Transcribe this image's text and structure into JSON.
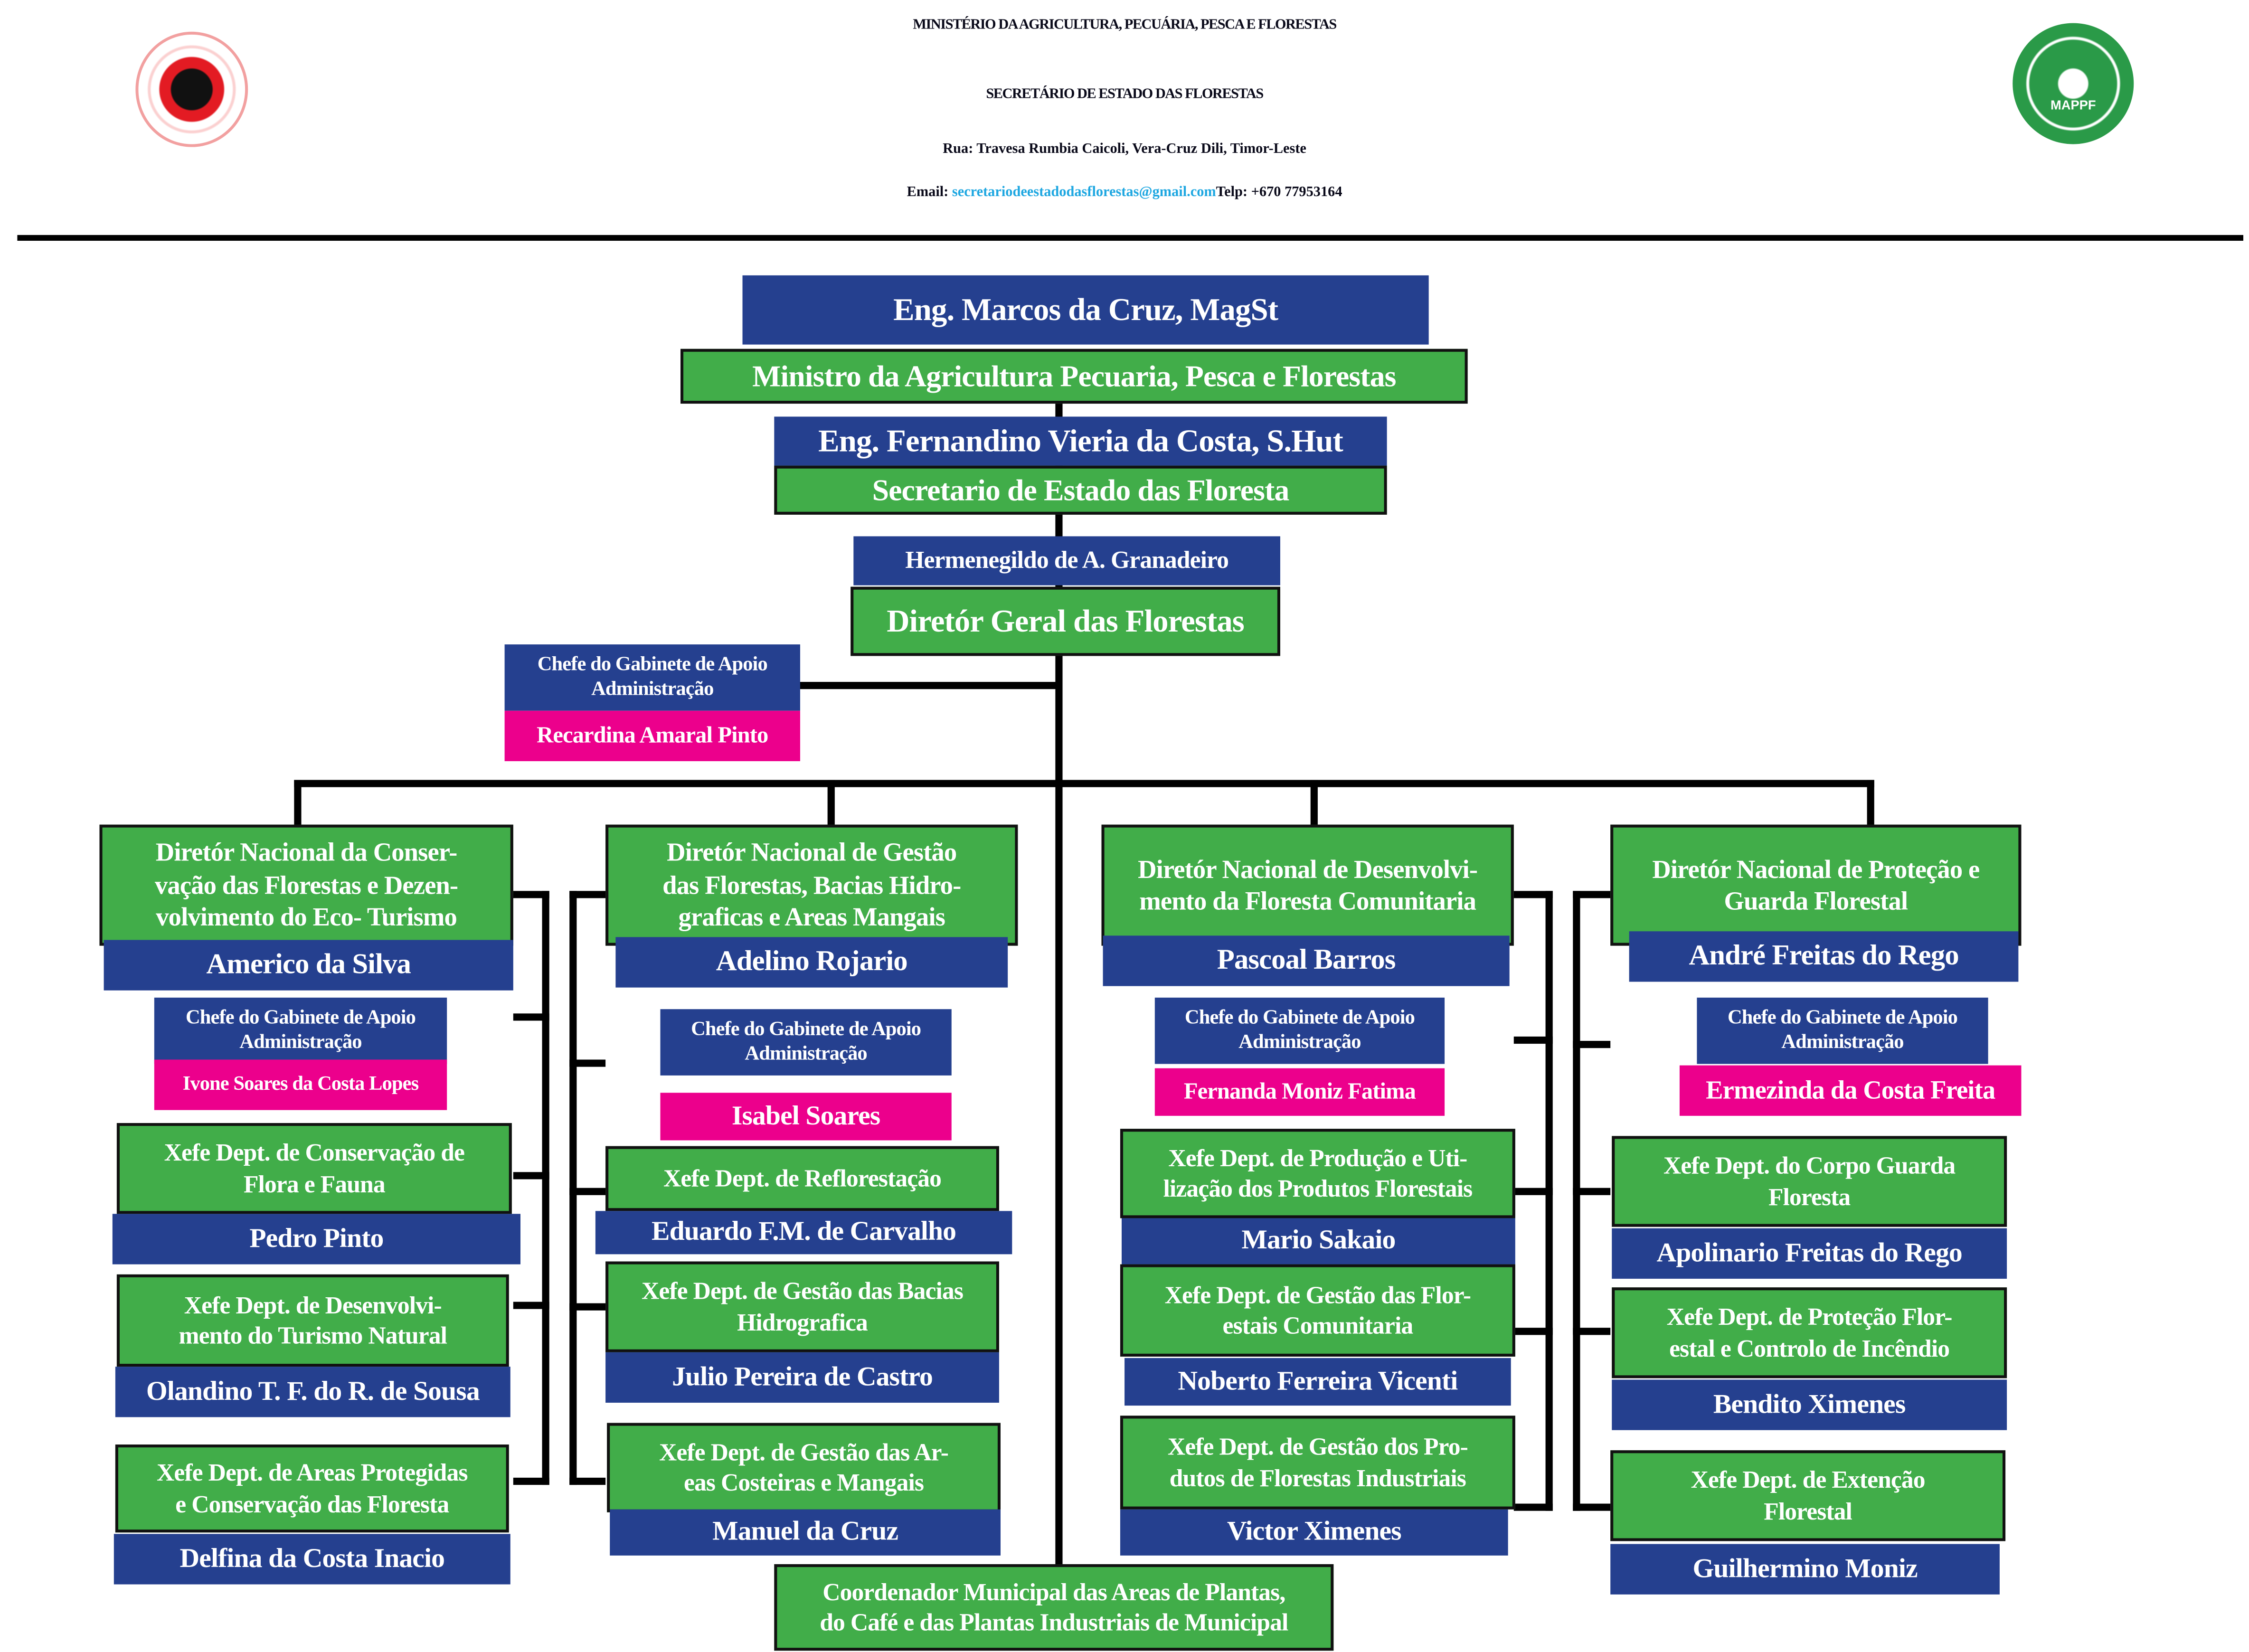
{
  "header": {
    "ministry": "MINISTÉRIO DA AGRICULTURA, PECUÁRIA, PESCA E FLORESTAS",
    "secretariat": "SECRETÁRIO DE ESTADO DAS FLORESTAS",
    "address": "Rua: Travesa  Rumbia Caicoli, Vera-Cruz Dili, Timor-Leste",
    "email_label": "Email: ",
    "email": "secretariodeestadodasflorestas@gmail.com",
    "phone": "Telp: +670 77953164",
    "logo_right_text": "MAPPF"
  },
  "colors": {
    "green": "#41ad49",
    "blue": "#25408f",
    "pink": "#ec008c",
    "email": "#1ea7e1"
  },
  "top": {
    "minister_name": "Eng. Marcos da Cruz, MagSt",
    "minister_title": "Ministro da Agricultura Pecuaria, Pesca e Florestas",
    "secretary_name": "Eng. Fernandino Vieria da Costa, S.Hut",
    "secretary_title": "Secretario de Estado das Floresta",
    "dg_name": "Hermenegildo de A. Granadeiro",
    "dg_title": "Diretór Geral das Florestas",
    "cabinet_title": "Chefe do Gabinete de Apoio\nAdministração",
    "cabinet_name": "Recardina Amaral Pinto",
    "coordinator": "Coordenador Municipal das Areas de Plantas,\ndo Café e das Plantas Industriais de Municipal"
  },
  "columns": [
    {
      "director_title": "Diretór Nacional da Conser-\nvação das Florestas e Dezen-\nvolvimento do Eco- Turismo",
      "director_name": "Americo da Silva",
      "cabinet_title": "Chefe do Gabinete de Apoio\nAdministração",
      "cabinet_name": "Ivone Soares da Costa Lopes",
      "depts": [
        {
          "title": "Xefe Dept. de Conservação de\nFlora e Fauna",
          "name": "Pedro Pinto"
        },
        {
          "title": "Xefe Dept. de Desenvolvi-\nmento do Turismo Natural",
          "name": "Olandino T. F. do R. de Sousa"
        },
        {
          "title": "Xefe Dept. de Areas Protegidas\ne Conservação das Floresta",
          "name": "Delfina da Costa Inacio"
        }
      ]
    },
    {
      "director_title": "Diretór Nacional de Gestão\ndas Florestas, Bacias Hidro-\ngraficas e Areas Mangais",
      "director_name": "Adelino Rojario",
      "cabinet_title": "Chefe do Gabinete de Apoio\nAdministração",
      "cabinet_name": "Isabel Soares",
      "depts": [
        {
          "title": "Xefe Dept. de Reflorestação",
          "name": "Eduardo F.M. de Carvalho"
        },
        {
          "title": "Xefe Dept. de Gestão das Bacias\nHidrografica",
          "name": "Julio Pereira de Castro"
        },
        {
          "title": "Xefe Dept. de Gestão das Ar-\neas Costeiras e Mangais",
          "name": "Manuel da Cruz"
        }
      ]
    },
    {
      "director_title": "Diretór Nacional de Desenvolvi-\nmento da Floresta Comunitaria",
      "director_name": "Pascoal Barros",
      "cabinet_title": "Chefe do Gabinete de Apoio\nAdministração",
      "cabinet_name": "Fernanda Moniz Fatima",
      "depts": [
        {
          "title": "Xefe Dept. de Produção e Uti-\nlização dos Produtos Florestais",
          "name": "Mario Sakaio"
        },
        {
          "title": "Xefe Dept. de Gestão das Flor-\nestais Comunitaria",
          "name": "Noberto Ferreira Vicenti"
        },
        {
          "title": "Xefe Dept. de Gestão dos Pro-\ndutos de Florestas Industriais",
          "name": "Victor Ximenes"
        }
      ]
    },
    {
      "director_title": "Diretór Nacional de Proteção e\nGuarda Florestal",
      "director_name": "André Freitas do Rego",
      "cabinet_title": "Chefe do Gabinete de Apoio\nAdministração",
      "cabinet_name": "Ermezinda da Costa Freita",
      "depts": [
        {
          "title": "Xefe Dept. do Corpo Guarda\nFloresta",
          "name": "Apolinario Freitas do Rego"
        },
        {
          "title": "Xefe Dept. de Proteção Flor-\nestal e Controlo de Incêndio",
          "name": "Bendito Ximenes"
        },
        {
          "title": "Xefe Dept. de Extenção\nFlorestal",
          "name": "Guilhermino Moniz"
        }
      ]
    }
  ]
}
